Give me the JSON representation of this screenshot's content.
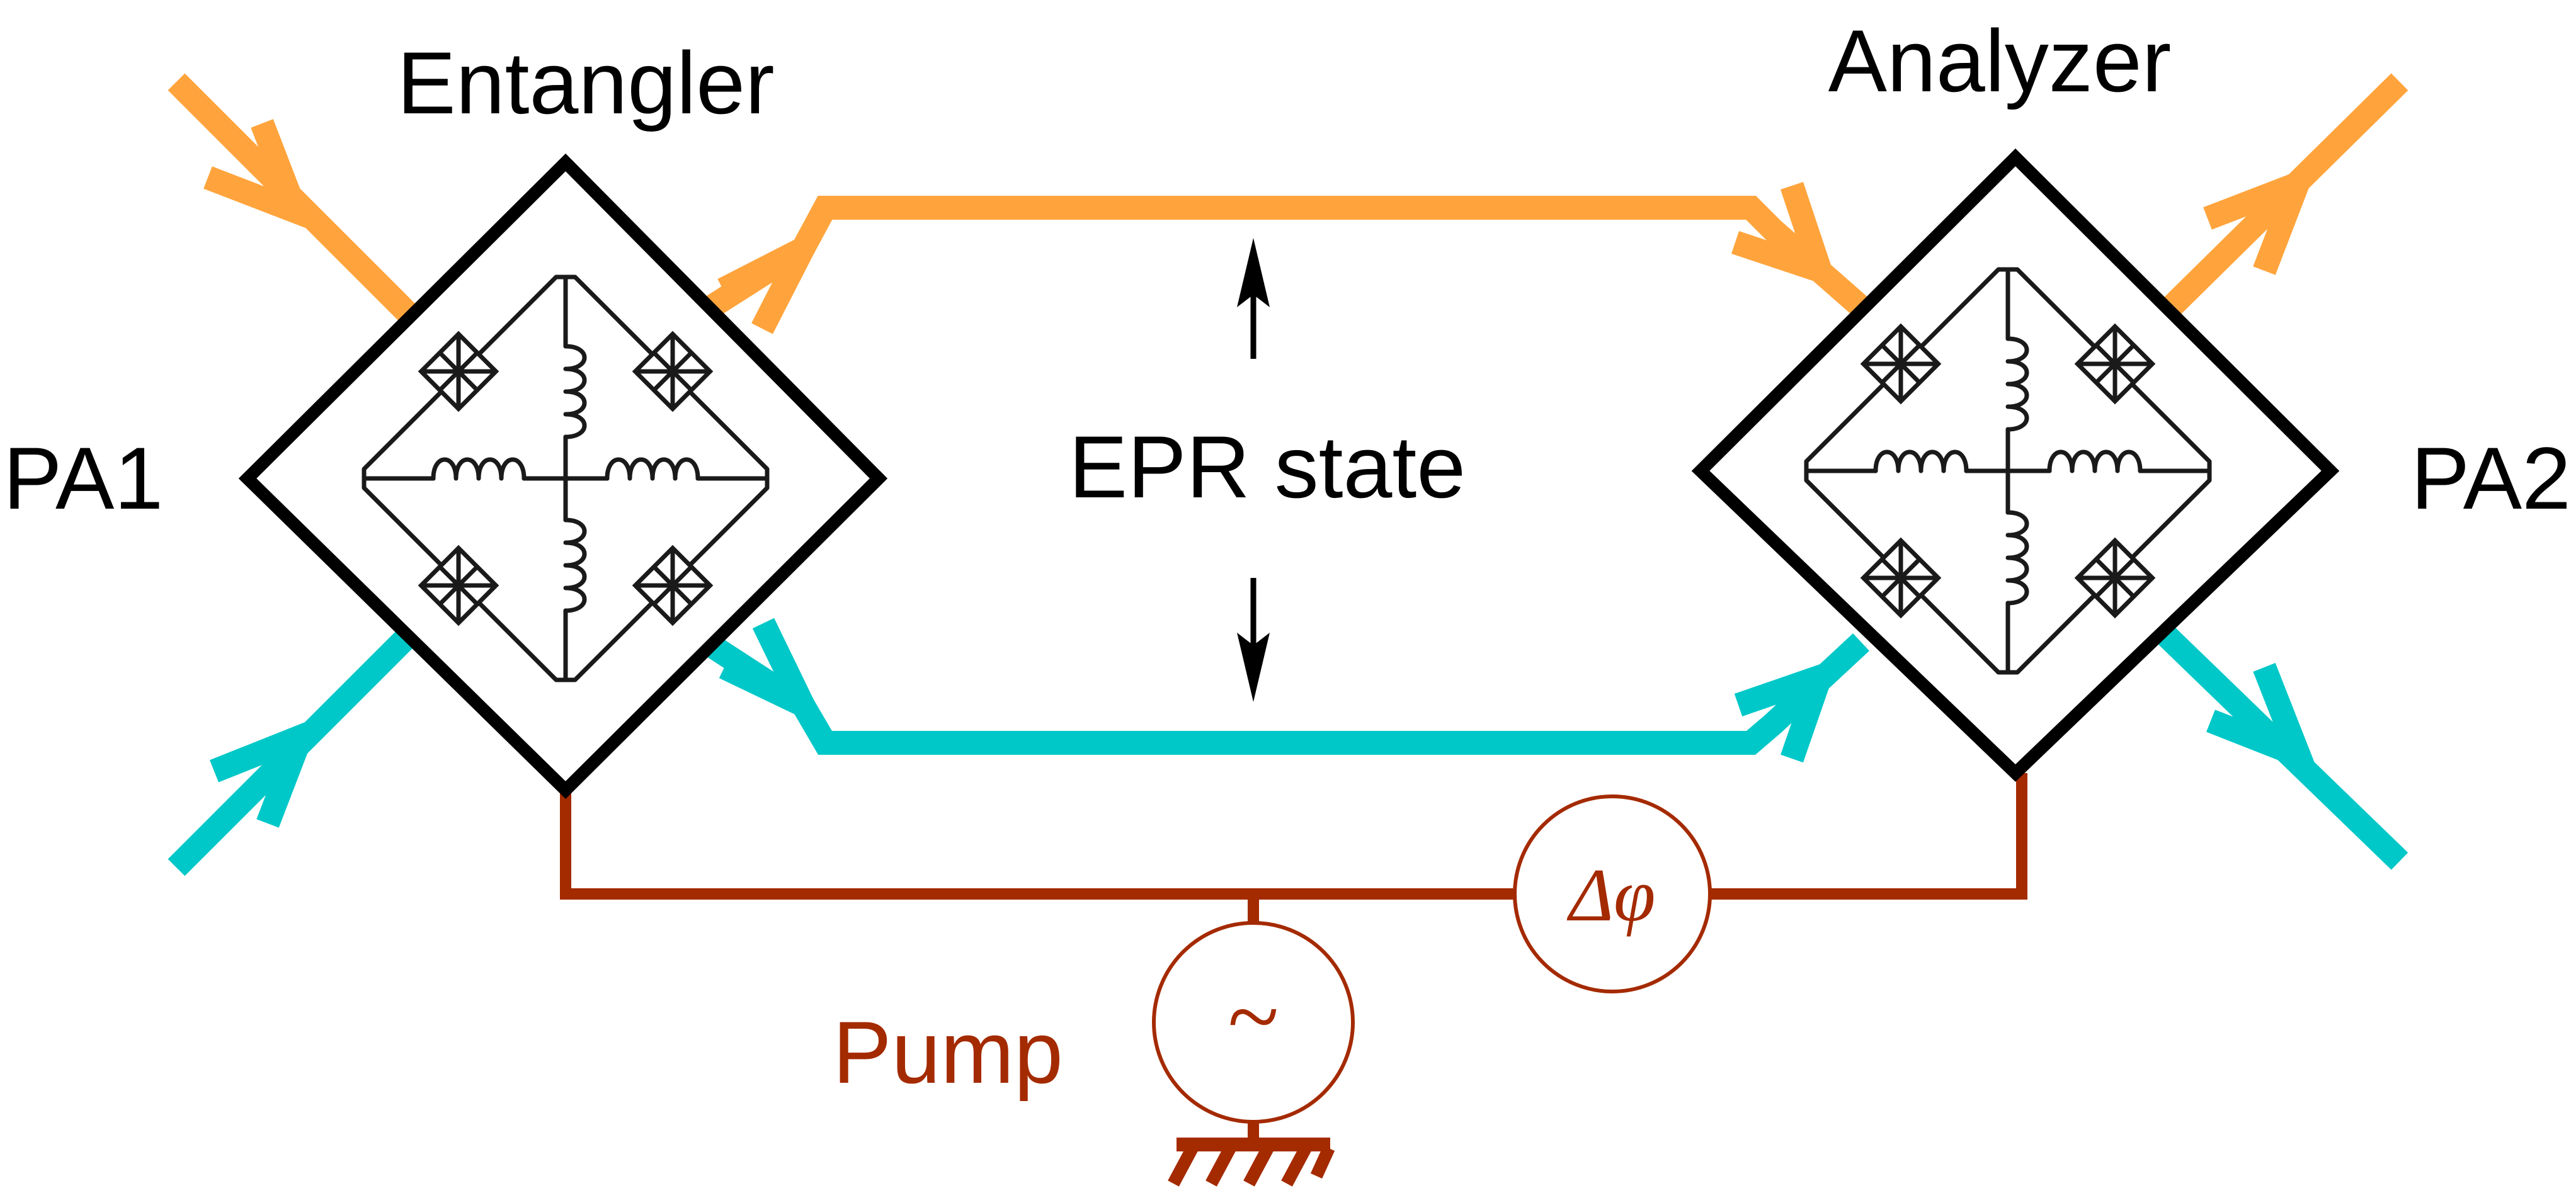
{
  "labels": {
    "entangler": "Entangler",
    "analyzer": "Analyzer",
    "pa1": "PA1",
    "pa2": "PA2",
    "epr": "EPR state",
    "pump": "Pump",
    "phase": "Δφ",
    "source": "~"
  },
  "colors": {
    "signal": "#FFA43C",
    "idler": "#00C8C8",
    "pump": "#A42A00",
    "outline": "#000000"
  },
  "icons": {
    "amplifier": "jrm-bridge-icon",
    "source": "ac-source-icon",
    "phase": "phase-shifter-icon",
    "ground": "ground-icon"
  }
}
